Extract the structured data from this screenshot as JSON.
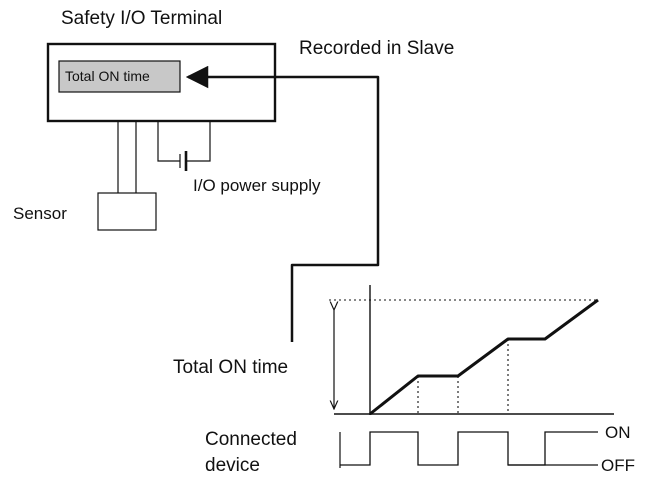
{
  "labels": {
    "terminal_title": "Safety I/O Terminal",
    "recorded": "Recorded in Slave",
    "total_on_box": "Total ON time",
    "power_supply": "I/O power supply",
    "sensor": "Sensor",
    "total_on_axis": "Total ON time",
    "connected_line1": "Connected",
    "connected_line2": "device",
    "on": "ON",
    "off": "OFF"
  },
  "colors": {
    "box_fill": "#c8c8c8",
    "line": "#111111"
  }
}
